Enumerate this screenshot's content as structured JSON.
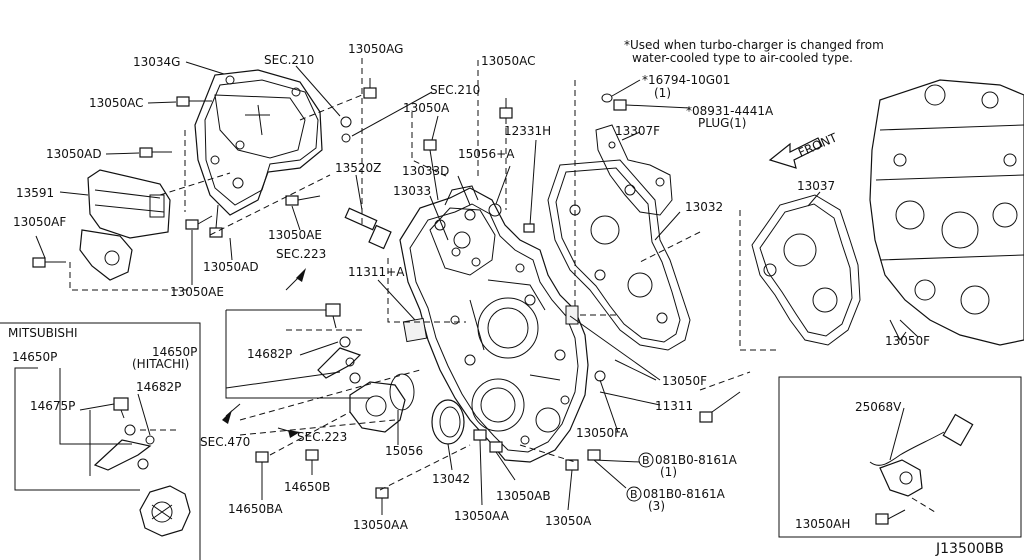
{
  "notes": {
    "turbo_note_line1": "*Used when turbo-charger is changed from",
    "turbo_note_line2": "water-cooled type to air-cooled type."
  },
  "labels": {
    "p13034G": "13034G",
    "p13050AC_left": "13050AC",
    "p13050AD_left": "13050AD",
    "p13591": "13591",
    "p13050AF": "13050AF",
    "p13050AD_bottom": "13050AD",
    "p13050AE_bottom": "13050AE",
    "p13050AE_mid": "13050AE",
    "sec210_a": "SEC.210",
    "sec210_b": "SEC.210",
    "p13050AG": "13050AG",
    "p13520Z": "13520Z",
    "p13050A_top": "13050A",
    "p13033D": "13033D",
    "p13033": "13033",
    "sec223_top": "SEC.223",
    "p11311A": "11311+A",
    "p13050AC_top": "13050AC",
    "p12331H": "12331H",
    "p15056A": "15056+A",
    "p16794": "*16794-10G01",
    "p16794_qty": "(1)",
    "p08931": "*08931-4441A",
    "plug": "PLUG(1)",
    "p13307F": "13307F",
    "p13032": "13032",
    "front": "FRONT",
    "p13037": "13037",
    "p13050F_right": "13050F",
    "p13050F_mid": "13050F",
    "p11311": "11311",
    "p13050FA": "13050FA",
    "b081_1": "081B0-8161A",
    "b081_1_qty": "(1)",
    "b081_2": "081B0-8161A",
    "b081_2_qty": "(3)",
    "p13050A_bottom": "13050A",
    "p13050AB": "13050AB",
    "p13050AA_mid": "13050AA",
    "p13042": "13042",
    "p15056": "15056",
    "p13050AA_left": "13050AA",
    "sec223_bottom": "SEC.223",
    "sec470": "SEC.470",
    "p14650B": "14650B",
    "p14650BA": "14650BA",
    "p14650P_hitachi": "14650P",
    "hitachi": "(HITACHI)",
    "p14682P_mid": "14682P",
    "mitsubishi": "MITSUBISHI",
    "p14650P_mitsubishi": "14650P",
    "p14675P": "14675P",
    "p14682P_left": "14682P",
    "p25068V": "25068V",
    "p13050AH": "13050AH",
    "b_symbol": "B",
    "drawing_code": "J13500BB"
  }
}
